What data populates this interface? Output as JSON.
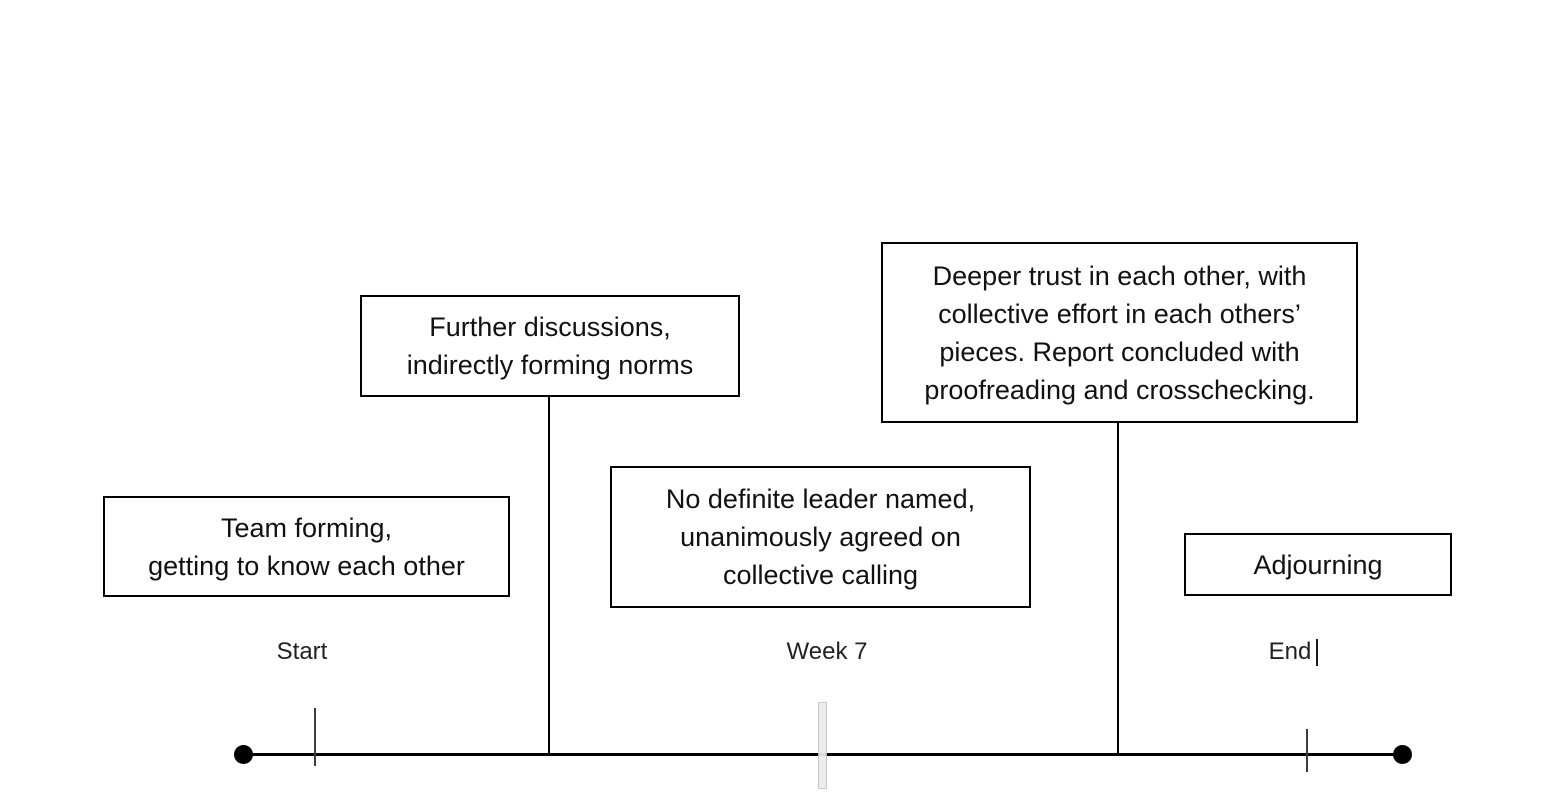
{
  "diagram": {
    "type": "timeline",
    "stage_boxes": [
      {
        "id": "team-forming",
        "text": "Team forming,\ngetting to know each other"
      },
      {
        "id": "further-discussions",
        "text": "Further discussions,\nindirectly forming norms"
      },
      {
        "id": "no-definite-leader",
        "text": "No definite leader named,\nunanimously agreed on\ncollective calling"
      },
      {
        "id": "deeper-trust",
        "text": "Deeper trust in each other, with\ncollective effort in each others’\npieces. Report concluded with\nproofreading and crosschecking."
      },
      {
        "id": "adjourning",
        "text": "Adjourning"
      }
    ],
    "timeline": {
      "labels": [
        {
          "id": "start",
          "text": "Start"
        },
        {
          "id": "week7",
          "text": "Week 7"
        },
        {
          "id": "end",
          "text": "End"
        }
      ],
      "endpoints": [
        "dot",
        "dot"
      ],
      "tick_marks": 2,
      "selected_marker_at": "Week 7",
      "caret_after": "End"
    },
    "colors": {
      "line": "#000000",
      "box_border": "#000000",
      "tick": "#3d3d3d",
      "marker_fill": "#ececec",
      "marker_border": "#c6c6c6",
      "background": "#ffffff",
      "text": "#111111"
    }
  }
}
